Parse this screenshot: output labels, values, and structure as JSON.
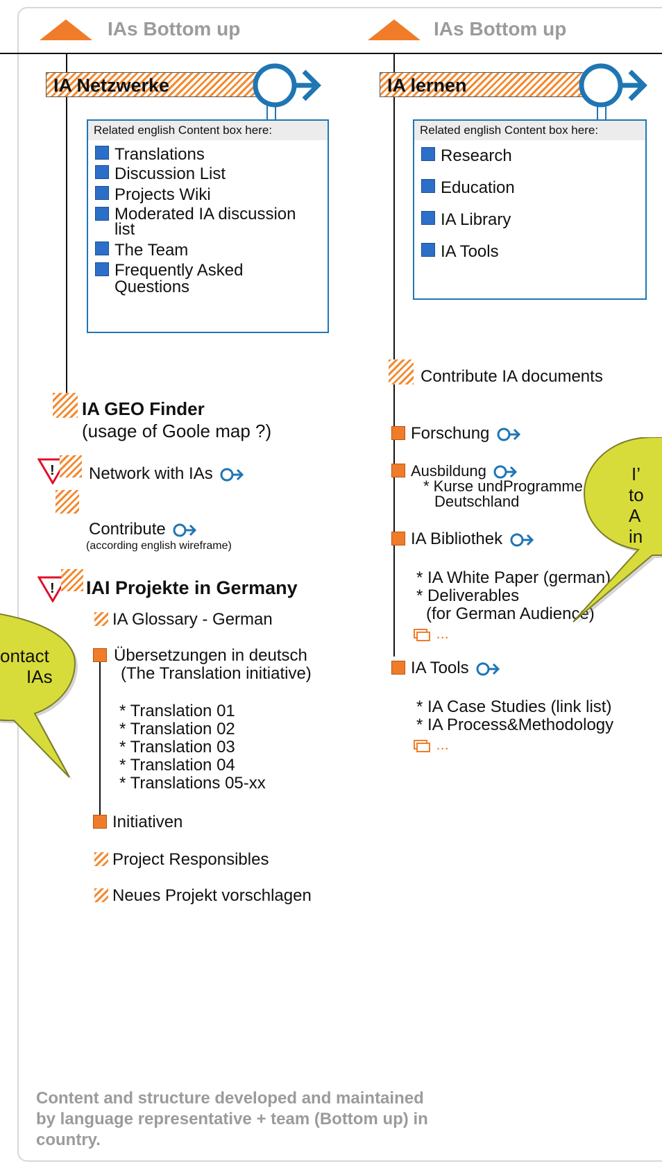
{
  "header": {
    "left_label": "IAs Bottom up",
    "right_label": "IAs Bottom up"
  },
  "left": {
    "title": "IA Netzwerke",
    "content_box": {
      "heading": "Related english Content box here:",
      "items": [
        "Translations",
        "Discussion List",
        "Projects Wiki",
        "Moderated IA discussion list",
        "The Team",
        "Frequently Asked Questions"
      ]
    },
    "geo_finder": {
      "title": "IA GEO Finder",
      "subtitle": "(usage of Goole map ?)"
    },
    "network": "Network with IAs",
    "contribute": {
      "label": "Contribute",
      "note": "(according english wireframe)"
    },
    "projects": {
      "title": "IAI Projekte in Germany",
      "glossary": "IA Glossary - German",
      "translations_head": "Übersetzungen in deutsch",
      "translations_sub": "(The Translation initiative)",
      "translations": [
        "* Translation 01",
        "* Translation 02",
        "* Translation 03",
        "* Translation 04",
        "* Translations 05-xx"
      ],
      "initiativen": "Initiativen",
      "responsibles": "Project Responsibles",
      "neues": "Neues Projekt vorschlagen"
    },
    "bubble": {
      "line1": "ontact",
      "line2": "IAs"
    }
  },
  "right": {
    "title": "IA lernen",
    "content_box": {
      "heading": "Related english Content box here:",
      "items": [
        "Research",
        "Education",
        "IA Library",
        "IA Tools"
      ]
    },
    "contribute_docs": "Contribute IA documents",
    "forschung": "Forschung",
    "ausbildung": {
      "label": "Ausbildung",
      "line1": "* Kurse undProgramme i",
      "line2": "Deutschland"
    },
    "bibliothek": {
      "label": "IA Bibliothek",
      "items": [
        "* IA  White Paper (german)",
        "* Deliverables"
      ],
      "note": "(for German Audience)",
      "more": "..."
    },
    "tools": {
      "label": "IA Tools",
      "items": [
        "* IA  Case Studies (link list)",
        "* IA Process&Methodology"
      ],
      "more": "..."
    },
    "bubble": {
      "line1": "I’",
      "line2": "to",
      "line3": "A",
      "line4": "in"
    }
  },
  "footer": {
    "line1": "Content and structure developed and maintained",
    "line2": "by language representative + team (Bottom up) in",
    "line3": "country."
  },
  "colors": {
    "accent_orange": "#f07c2a",
    "link_blue": "#1f76b3",
    "bubble": "#d8dc3a",
    "warning_red": "#e0102a"
  }
}
